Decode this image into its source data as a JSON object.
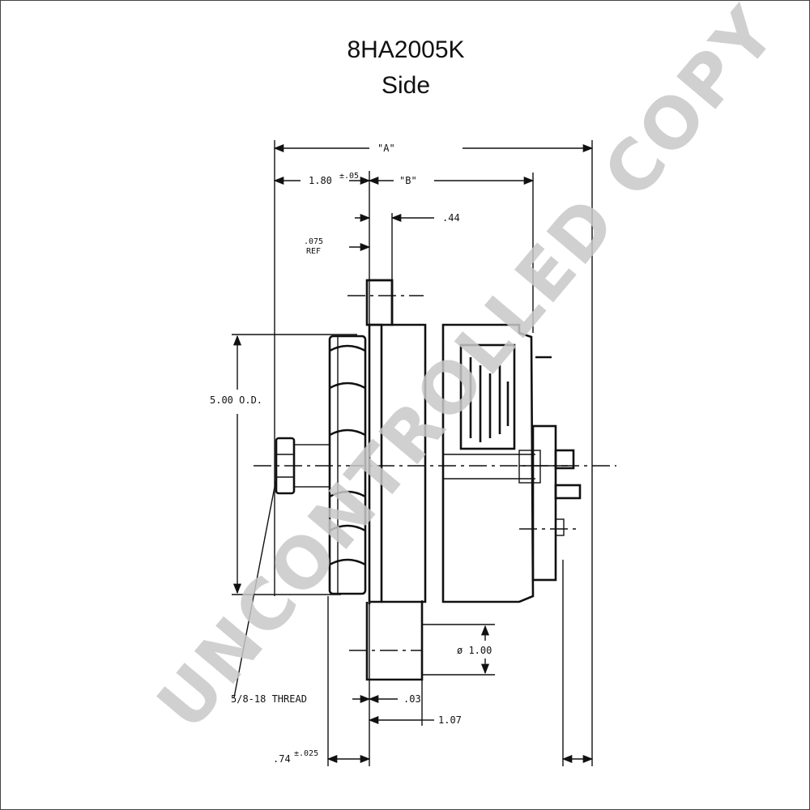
{
  "title": "8HA2005K",
  "subtitle": "Side",
  "dimensions": {
    "a": "\"A\"",
    "b": "\"B\"",
    "d180": "1.80",
    "d180_tol": "±.05",
    "d044": ".44",
    "d075": ".075",
    "d075_ref": "REF",
    "od": "5.00 O.D.",
    "dia100": "ø 1.00",
    "thread": "5/8-18 THREAD",
    "d003": ".03",
    "d107": "1.07",
    "d074": ".74",
    "d074_tol": "±.025"
  },
  "watermark": "UNCONTROLLED COPY"
}
